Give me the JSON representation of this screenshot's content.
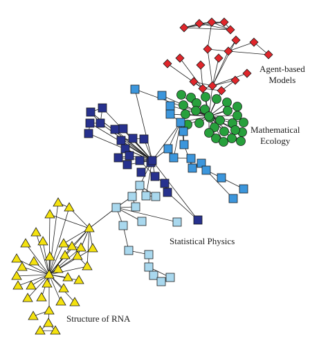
{
  "diagram": {
    "labels": {
      "agent_line1": "Agent-based",
      "agent_line2": "Models",
      "ecology_line1": "Mathematical",
      "ecology_line2": "Ecology",
      "physics": "Statistical Physics",
      "rna": "Structure of RNA"
    },
    "communities": [
      {
        "id": "agent",
        "shape": "diamond",
        "color": "#e0262b"
      },
      {
        "id": "ecology",
        "shape": "circle",
        "color": "#27a03c"
      },
      {
        "id": "physics-upper",
        "shape": "square",
        "color": "#3c96dc"
      },
      {
        "id": "physics-core",
        "shape": "square",
        "color": "#27318e"
      },
      {
        "id": "physics-lower",
        "shape": "square",
        "color": "#a9d8ee"
      },
      {
        "id": "rna",
        "shape": "triangle",
        "color": "#f4e20f"
      }
    ]
  }
}
